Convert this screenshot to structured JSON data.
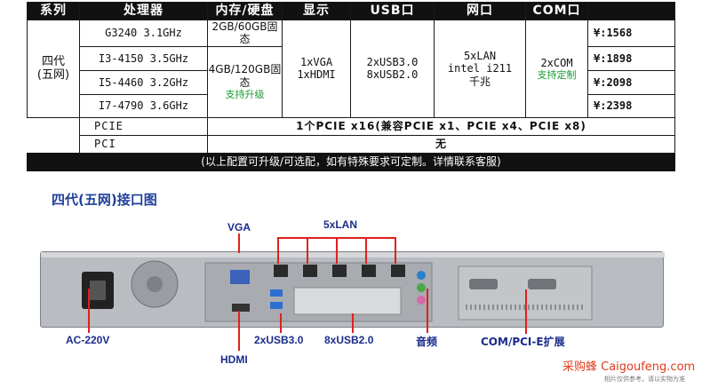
{
  "table": {
    "headers": [
      "系列",
      "处理器",
      "内存/硬盘",
      "显示",
      "USB口",
      "网口",
      "COM口"
    ],
    "series": [
      "四代",
      "(五网)"
    ],
    "cpus": [
      "G3240 3.1GHz",
      "I3-4150 3.5GHz",
      "I5-4460 3.2GHz",
      "I7-4790 3.6GHz"
    ],
    "mem1": "2GB/60GB固态",
    "mem2": "4GB/120GB固态",
    "mem2_note": "支持升级",
    "display": [
      "1xVGA",
      "1xHDMI"
    ],
    "usb": [
      "2xUSB3.0",
      "8xUSB2.0"
    ],
    "lan": [
      "5xLAN",
      "intel i211",
      "千兆"
    ],
    "com": "2xCOM",
    "com_note": "支持定制",
    "prices": [
      "¥:1568",
      "¥:1898",
      "¥:2098",
      "¥:2398"
    ],
    "pcie_label": "PCIE",
    "pcie_value": "1个PCIE x16(兼容PCIE x1、PCIE x4、PCIE x8)",
    "pci_label": "PCI",
    "pci_value": "无",
    "footer": "(以上配置可升级/可选配，如有特殊要求可定制。详情联系客服)"
  },
  "section_title": "四代(五网)接口图",
  "annotations": {
    "vga": "VGA",
    "lan": "5xLAN",
    "ac": "AC-220V",
    "usb3": "2xUSB3.0",
    "usb2": "8xUSB2.0",
    "audio": "音频",
    "com": "COM/PCI-E扩展",
    "hdmi": "HDMI"
  },
  "watermark": {
    "text": "采购蜂 Caigoufeng.com",
    "sub": "相片仅供参考，请以实物为准"
  },
  "colors": {
    "header_bg": "#111111",
    "price": "#d40000",
    "note_green": "#169b2e",
    "annotation_blue": "#1a2c8c",
    "pointer_red": "#e0201d",
    "usb3_blue": "#2d6fd0"
  }
}
